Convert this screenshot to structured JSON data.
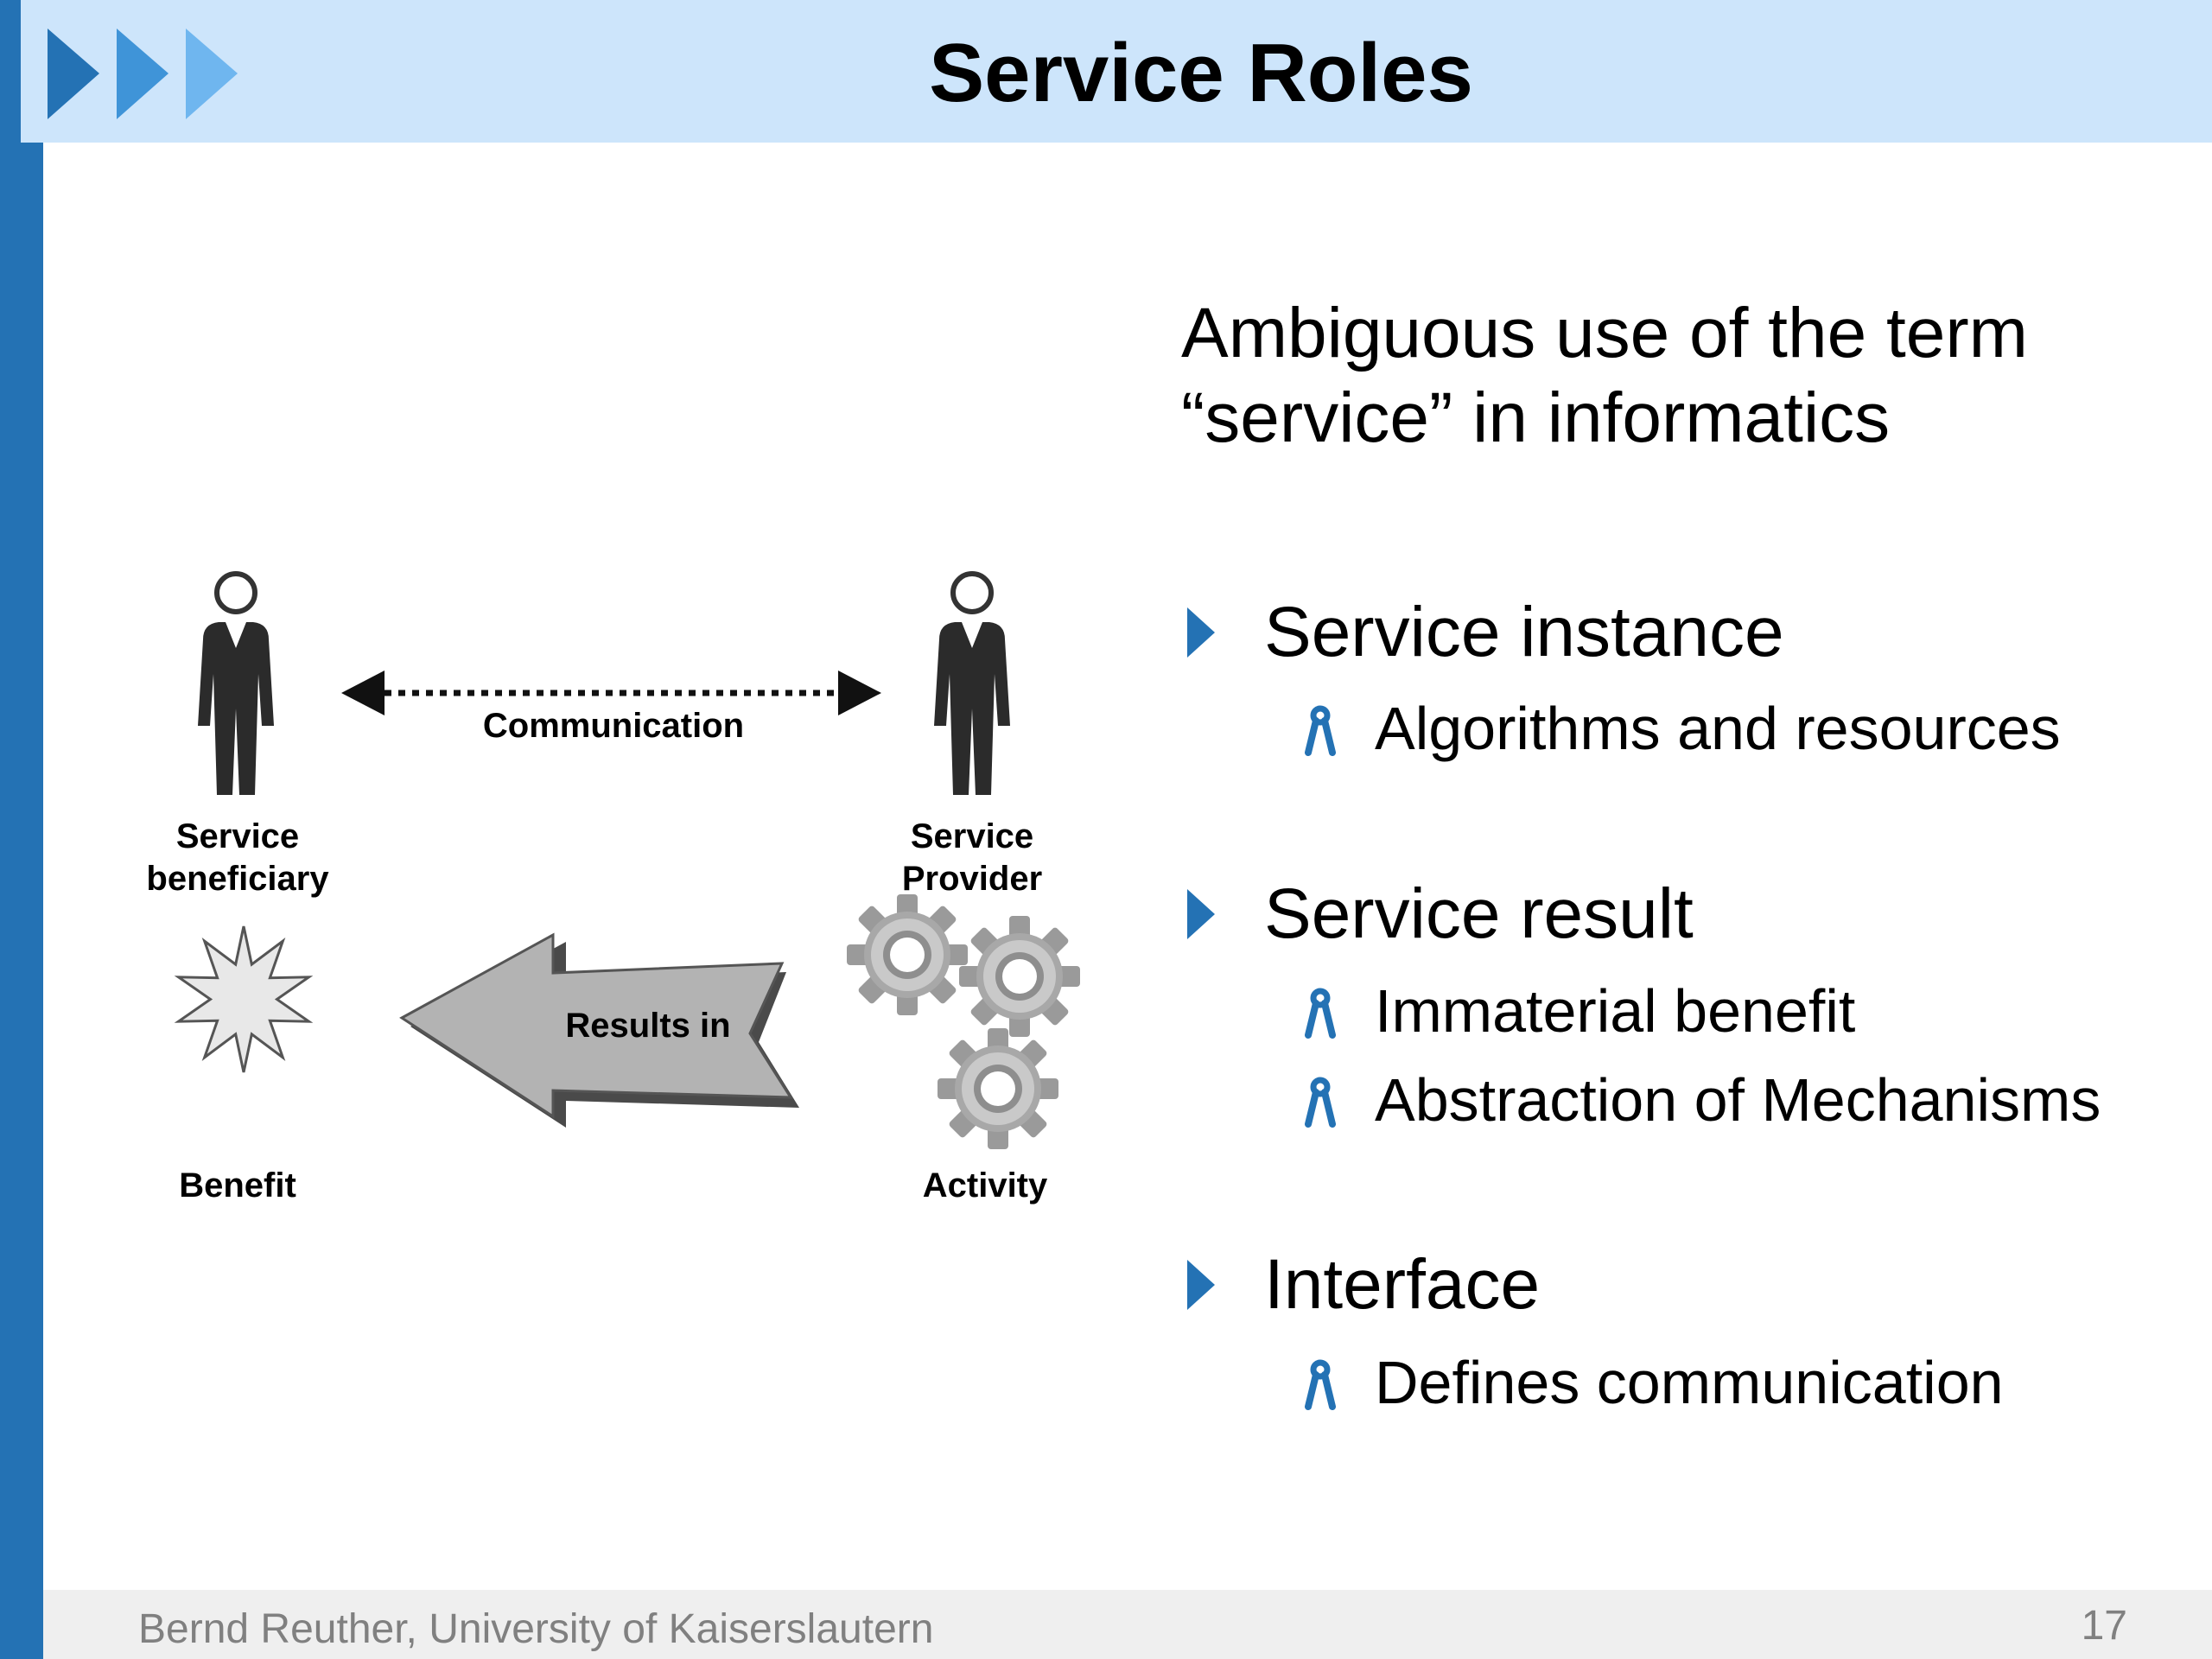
{
  "slide": {
    "title": "Service Roles",
    "icons": {
      "header": "triple-chevron-right-icon",
      "level1_bullet": "triangle-right-icon",
      "level2_bullet": "ribbon-icon"
    },
    "colors": {
      "stripe": "#2472b4",
      "header_band": "#cde5fb",
      "bullet": "#2472b4",
      "footer_text": "#808080"
    }
  },
  "diagram": {
    "communication_label": "Communication",
    "beneficiary_label_1": "Service",
    "beneficiary_label_2": "beneficiary",
    "provider_label_1": "Service",
    "provider_label_2": "Provider",
    "results_label": "Results in",
    "benefit_label": "Benefit",
    "activity_label": "Activity"
  },
  "content": {
    "intro_line_1": "Ambiguous use of the term",
    "intro_line_2": "“service” in informatics",
    "items": [
      {
        "label": "Service instance",
        "subitems": [
          "Algorithms and resources"
        ]
      },
      {
        "label": "Service result",
        "subitems": [
          "Immaterial benefit",
          "Abstraction of Mechanisms"
        ]
      },
      {
        "label": "Interface",
        "subitems": [
          "Defines communication"
        ]
      }
    ]
  },
  "footer": {
    "author": "Bernd Reuther, University of  Kaiserslautern",
    "page_number": "17"
  }
}
